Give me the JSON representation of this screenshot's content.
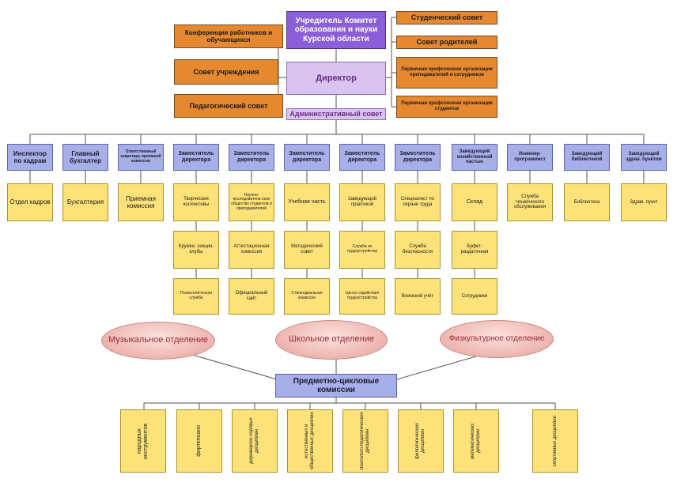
{
  "top": {
    "founder": "Учредитель Комитет образования и науки Курской области",
    "director": "Директор",
    "admin_council": "Административный совет"
  },
  "left_bodies": [
    "Конференция работников и обучающихся",
    "Совет учреждения",
    "Педагогический совет"
  ],
  "right_bodies": [
    "Студенческий совет",
    "Совет родителей",
    "Первичная профсоюзная организация преподавателей и сотрудников",
    "Первичная профсоюзная организация студентов"
  ],
  "columns": [
    {
      "head": "Инспектор по кадрам",
      "items": [
        "Отдел кадров"
      ]
    },
    {
      "head": "Главный бухгалтер",
      "items": [
        "Бухгалтерия"
      ]
    },
    {
      "head": "Ответственный секретарь приемной комиссии",
      "items": [
        "Приемная комиссия"
      ]
    },
    {
      "head": "Заместитель директора",
      "items": [
        "Творческие коллективы",
        "Кружки, секции, клубы",
        "Психологическая служба"
      ]
    },
    {
      "head": "Заместитель директора",
      "items": [
        "Научно-исследователь-ское общество студентов и преподавателей",
        "Аттестационная комиссия",
        "Официальный сайт"
      ]
    },
    {
      "head": "Заместитель директора",
      "items": [
        "Учебная часть",
        "Методический совет",
        "Стипендиальная комиссия"
      ]
    },
    {
      "head": "Заместитель директора",
      "items": [
        "Заведующий практикой",
        "Служба по трудоустройству",
        "Центр содействия трудоустройству"
      ]
    },
    {
      "head": "Заместитель директора",
      "items": [
        "Специалист по охране труда",
        "Служба безопасности",
        "Воинский учёт"
      ]
    },
    {
      "head": "Заведующий хозяйственной частью",
      "items": [
        "Склад",
        "Буфет-раздаточная",
        "Сотрудники"
      ]
    },
    {
      "head": "Инженер-программист",
      "items": [
        "Служба технического обслуживания"
      ]
    },
    {
      "head": "Заведующий библиотекой",
      "items": [
        "Библиотека"
      ]
    },
    {
      "head": "Заведующий здрав. пунктом",
      "items": [
        "Здрав. пункт"
      ]
    }
  ],
  "departments": [
    "Музыкальное отделение",
    "Школьное отделение",
    "Физкультурное отделение"
  ],
  "commissions_title": "Предметно-цикловые комиссии",
  "commissions": [
    "народных инструментов",
    "фортепиано",
    "дирижерско-хоровых дисциплин",
    "естественных и общественных дисциплин",
    "психолого-педагогических дисциплин",
    "филологических дисциплин",
    "математических дисциплин",
    "спортивных дисциплин"
  ],
  "colors": {
    "orange": "#e5882f",
    "purple": "#8b5fd9",
    "lavender": "#d9c4f0",
    "blue": "#a7afe8",
    "yellow": "#fde27a",
    "pink": "#eeb4ae"
  }
}
